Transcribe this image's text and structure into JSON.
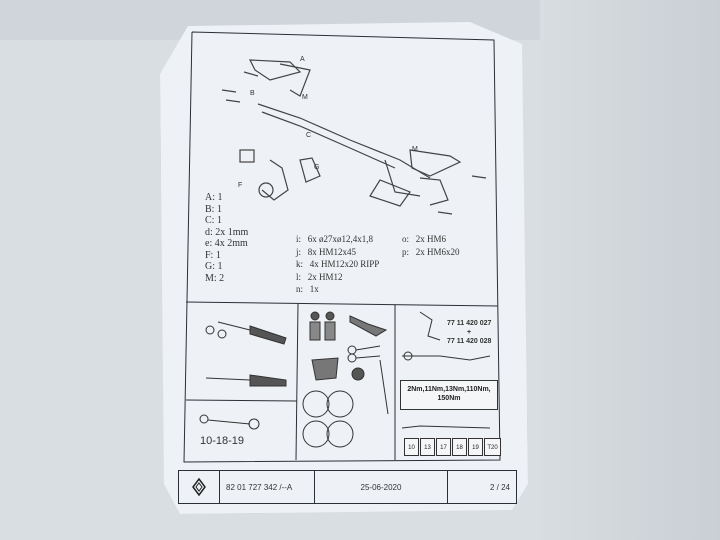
{
  "parts_left": [
    {
      "key": "A:",
      "value": "1"
    },
    {
      "key": "B:",
      "value": "1"
    },
    {
      "key": "C:",
      "value": "1"
    },
    {
      "key": "d:",
      "value": "2x 1mm"
    },
    {
      "key": "e:",
      "value": "4x 2mm"
    },
    {
      "key": "F:",
      "value": "1"
    },
    {
      "key": "G:",
      "value": "1"
    },
    {
      "key": "M:",
      "value": "2"
    }
  ],
  "parts_mid": [
    {
      "key": "i:",
      "value": "6x ø27xø12,4x1,8"
    },
    {
      "key": "j:",
      "value": "8x HM12x45"
    },
    {
      "key": "k:",
      "value": "4x HM12x20 RIPP"
    },
    {
      "key": "l:",
      "value": "2x HM12"
    },
    {
      "key": "n:",
      "value": "1x"
    }
  ],
  "parts_right": [
    {
      "key": "o:",
      "value": "2x HM6"
    },
    {
      "key": "p:",
      "value": "2x HM6x20"
    }
  ],
  "tools": {
    "wrench_sizes": "10-18-19",
    "part_no_1": "77 11 420 027",
    "plus": "+",
    "part_no_2": "77 11 420 028",
    "torque_line1": "2Nm,11Nm,13Nm,110Nm,",
    "torque_line2": "150Nm",
    "sockets": [
      "10",
      "13",
      "17",
      "18",
      "19",
      "T20"
    ]
  },
  "footer": {
    "doc_number": "82 01 727 342 /--A",
    "date": "25-06-2020",
    "page": "2 / 24"
  },
  "diagram_labels": [
    "A",
    "B",
    "M",
    "C",
    "F",
    "G",
    "M"
  ],
  "colors": {
    "paper": "#eef1f5",
    "ink": "#2b2f36",
    "background": "#d9dee2"
  }
}
